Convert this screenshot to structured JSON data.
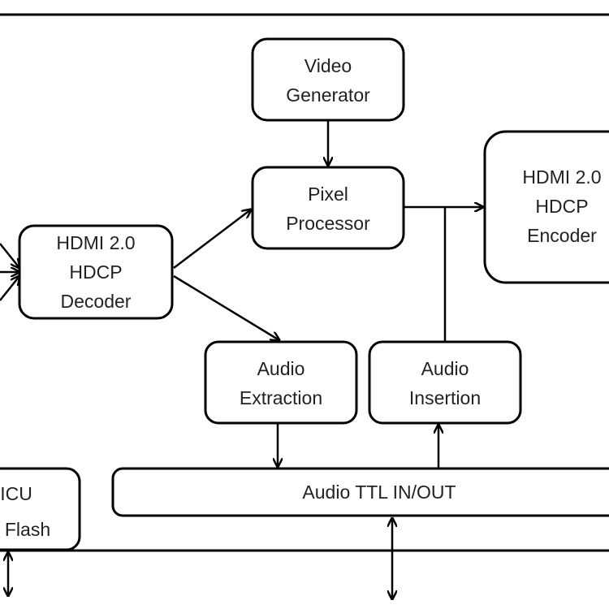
{
  "blocks": {
    "video_generator": [
      "Video",
      "Generator"
    ],
    "pixel_processor": [
      "Pixel",
      "Processor"
    ],
    "hdmi_decoder": [
      "HDMI 2.0",
      "HDCP",
      "Decoder"
    ],
    "hdmi_encoder": [
      "HDMI 2.0",
      "HDCP",
      "Encoder"
    ],
    "audio_extraction": [
      "Audio",
      "Extraction"
    ],
    "audio_insertion": [
      "Audio",
      "Insertion"
    ],
    "audio_ttl": "Audio TTL IN/OUT",
    "mcu_flash": [
      "ICU",
      "Flash"
    ]
  },
  "colors": {
    "stroke": "#000000",
    "text": "#222222",
    "background": "#ffffff"
  }
}
